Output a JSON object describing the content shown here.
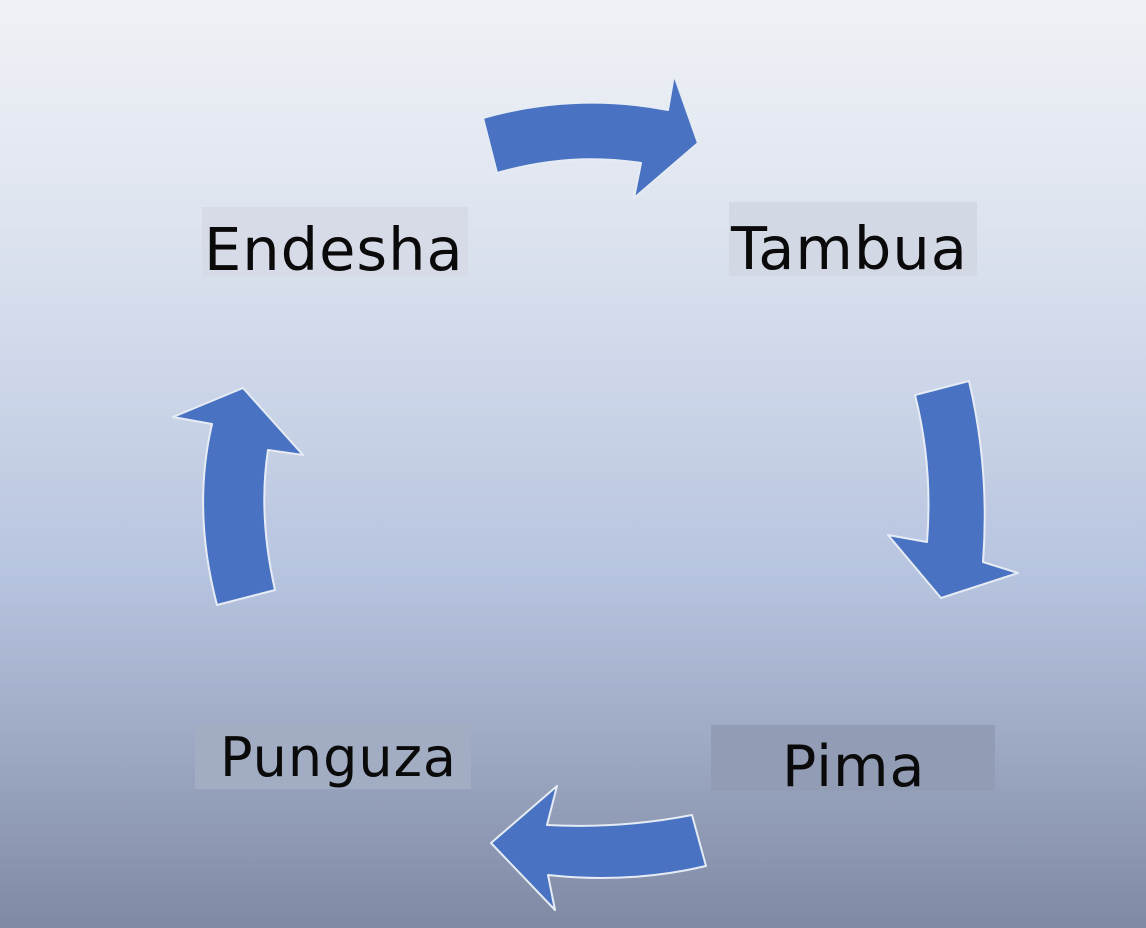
{
  "diagram": {
    "type": "cycle",
    "steps": [
      {
        "label": "Endesha"
      },
      {
        "label": "Tambua"
      },
      {
        "label": "Pima"
      },
      {
        "label": "Punguza"
      }
    ],
    "arrow_color": "#4a72c2"
  }
}
